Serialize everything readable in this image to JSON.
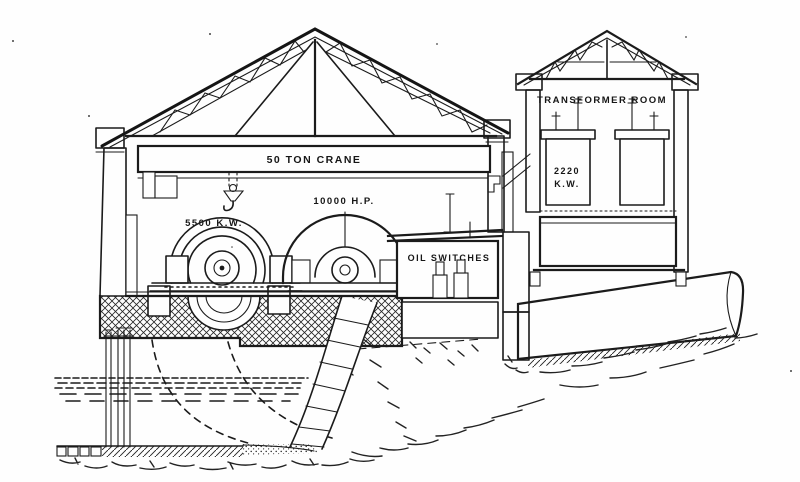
{
  "colors": {
    "ink": "#1b1b1b",
    "paper": "#fefefe"
  },
  "labels": {
    "crane": "50 TON CRANE",
    "generator_rating": "5500 K.W.",
    "turbine_rating": "10000 H.P.",
    "oil_switches": "OIL SWITCHES",
    "transformer_room": "TRANSFORMER ROOM",
    "transformer_rating_line1": "2220",
    "transformer_rating_line2": "K.W."
  }
}
